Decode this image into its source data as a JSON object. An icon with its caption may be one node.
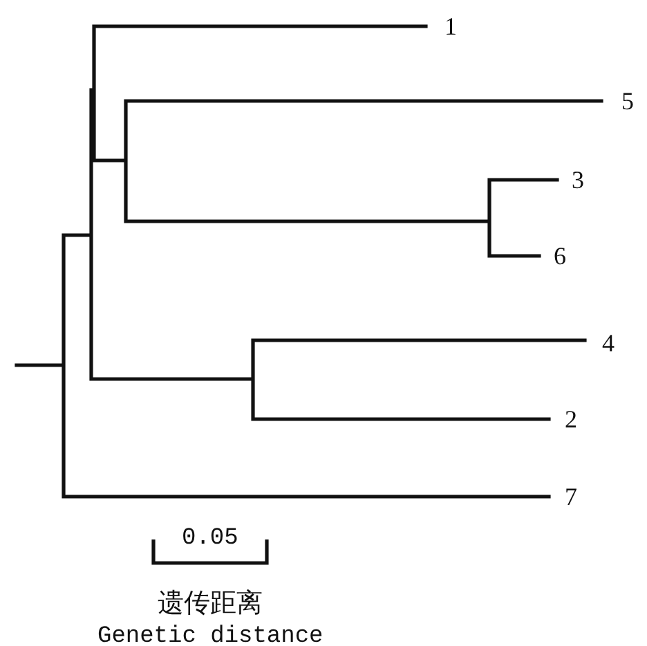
{
  "diagram": {
    "labels": [
      "1",
      "5",
      "3",
      "6",
      "4",
      "2",
      "7",
      "0.05",
      "遗传距离",
      "Genetic distance"
    ]
  }
}
